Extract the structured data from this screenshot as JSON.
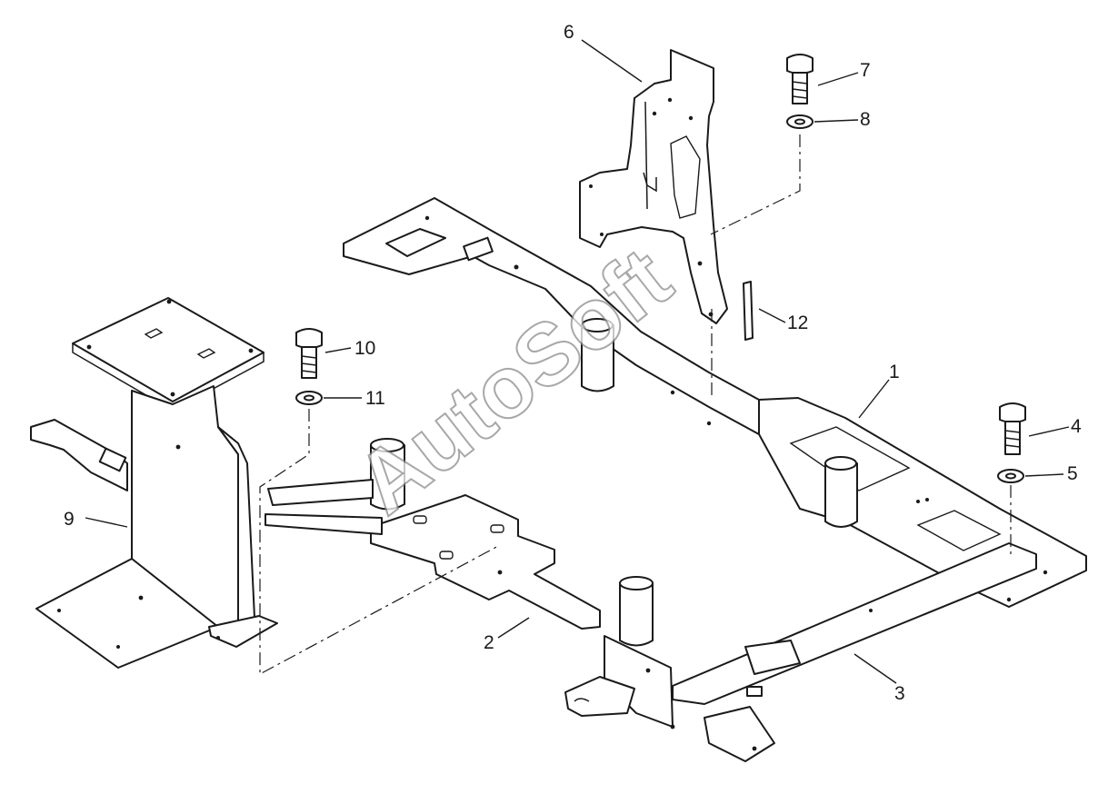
{
  "diagram": {
    "watermark": "AutoSoft",
    "callouts": {
      "c1": "1",
      "c2": "2",
      "c3": "3",
      "c4": "4",
      "c5": "5",
      "c6": "6",
      "c7": "7",
      "c8": "8",
      "c9": "9",
      "c10": "10",
      "c11": "11",
      "c12": "12"
    },
    "colors": {
      "line": "#1a1a1a",
      "background": "#ffffff",
      "watermark_outline": "#8c8c8c"
    }
  }
}
